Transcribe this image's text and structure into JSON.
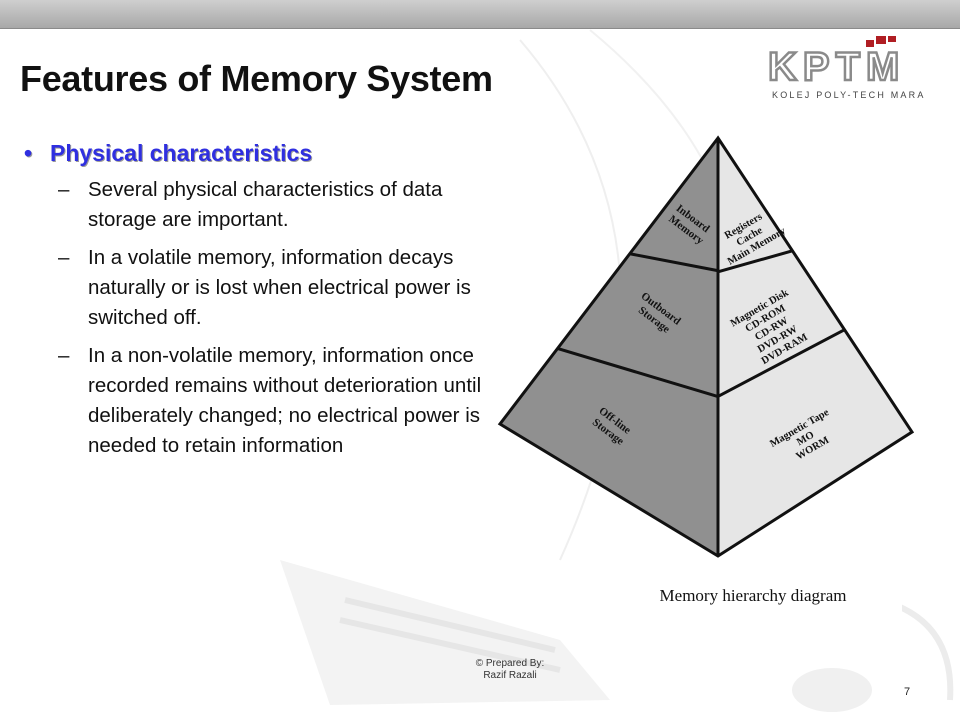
{
  "slide": {
    "title": "Features of Memory System",
    "logo": {
      "text": "KPTM",
      "subtitle": "KOLEJ POLY-TECH MARA",
      "accent_color": "#b01e23"
    },
    "bullet": {
      "heading": "Physical characteristics",
      "points": [
        "Several physical characteristics of data storage are important.",
        "In a volatile memory, information decays naturally or is lost when electrical power is switched off.",
        "In a non-volatile memory, information once recorded remains without deterioration until deliberately changed; no electrical power is needed to retain information"
      ]
    },
    "diagram": {
      "levels": [
        {
          "name": [
            "Inboard",
            "Memory"
          ],
          "items": [
            "Registers",
            "Cache",
            "Main Memory"
          ]
        },
        {
          "name": [
            "Outboard",
            "Storage"
          ],
          "items": [
            "Magnetic Disk",
            "CD-ROM",
            "CD-RW",
            "DVD-RW",
            "DVD-RAM"
          ]
        },
        {
          "name": [
            "Off-line",
            "Storage"
          ],
          "items": [
            "Magnetic Tape",
            "MO",
            "WORM"
          ]
        }
      ],
      "caption": "Memory hierarchy diagram"
    },
    "footer": {
      "line1": "© Prepared By:",
      "line2": "Razif Razali"
    },
    "page_number": "7"
  }
}
